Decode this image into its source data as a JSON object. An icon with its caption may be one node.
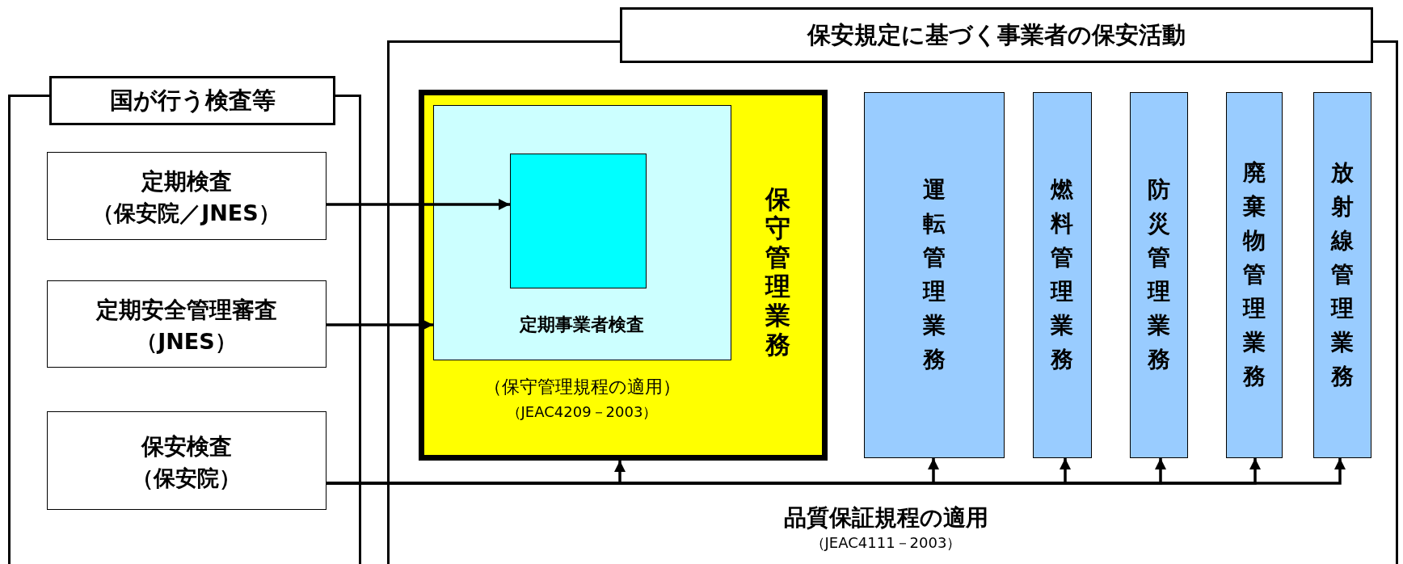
{
  "diagram": {
    "nodes": [
      {
        "text": [
          "国が行う検査等"
        ]
      },
      {
        "text": [
          "定期検査",
          "（保安院／JNES）"
        ],
        "in": 0
      },
      {
        "text": [
          "定期安全管理審査",
          "（JNES）"
        ],
        "in": 0
      },
      {
        "text": [
          "保安検査",
          "（保安院）"
        ],
        "in": 0
      },
      {
        "text": [
          "保安規定に基づく事業者の保安活動"
        ]
      },
      {
        "text": [
          "保守管理業務",
          "（保守管理規程の適用）",
          "（JEAC4209－2003）"
        ],
        "in": 4
      },
      {
        "text": [
          "定期事業者検査"
        ],
        "in": 5
      },
      {
        "text": [],
        "shape": "box",
        "in": 6
      },
      {
        "text": [
          "運転管理業務"
        ],
        "in": 4
      },
      {
        "text": [
          "燃料管理業務"
        ],
        "in": 4
      },
      {
        "text": [
          "防災管理業務"
        ],
        "in": 4
      },
      {
        "text": [
          "廃棄物管理業務"
        ],
        "in": 4
      },
      {
        "text": [
          "放射線管理業務"
        ],
        "in": 4
      }
    ],
    "edges": [
      {
        "from": 1,
        "to": 7,
        "arrow": "to"
      },
      {
        "from": 2,
        "to": 6,
        "arrow": "to"
      },
      {
        "from": 3,
        "to": 5,
        "arrow": "to"
      },
      {
        "from": 3,
        "to": 8,
        "arrow": "to"
      },
      {
        "from": 3,
        "to": 9,
        "arrow": "to"
      },
      {
        "from": 3,
        "to": 10,
        "arrow": "to"
      },
      {
        "from": 3,
        "to": 11,
        "arrow": "to"
      },
      {
        "from": 3,
        "to": 12,
        "arrow": "to"
      }
    ],
    "labels": [
      "品質保証規程の適用",
      "（JEAC4111－2003）"
    ]
  }
}
